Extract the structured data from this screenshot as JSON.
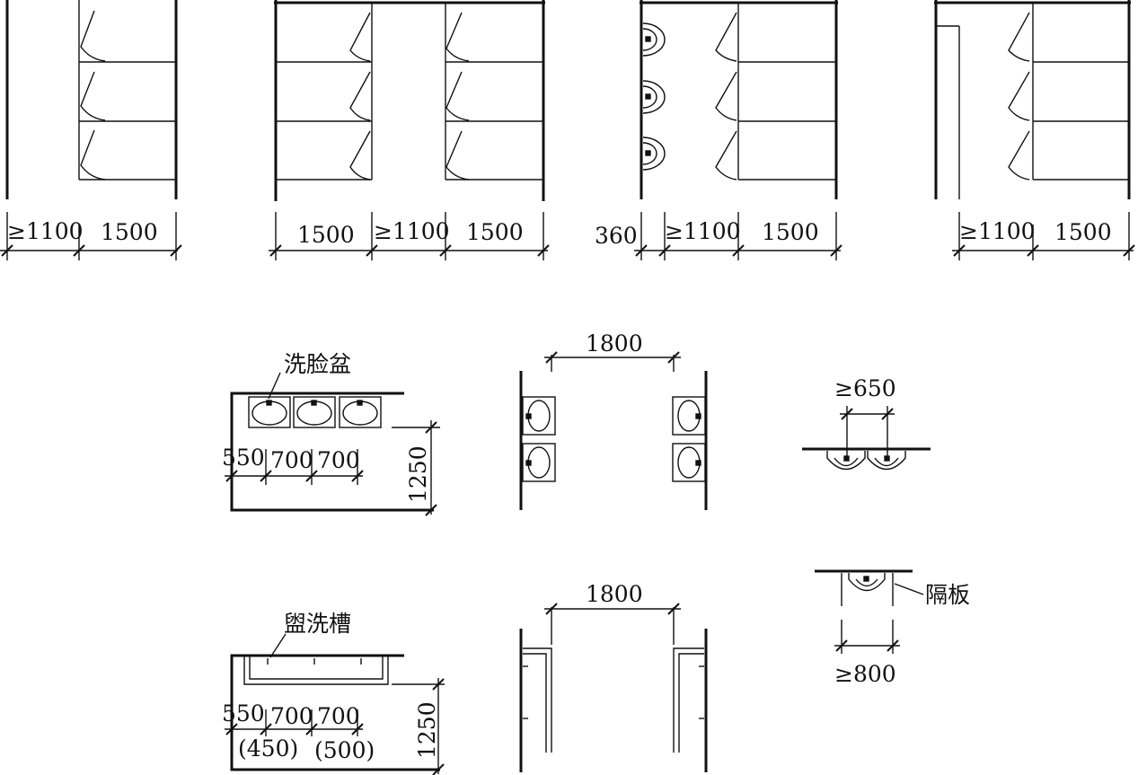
{
  "colors": {
    "line": "#111111",
    "background": "#ffffff"
  },
  "plans": {
    "p1": {
      "d1": "≥1100",
      "d2": "1500"
    },
    "p2": {
      "d1": "1500",
      "d2": "≥1100",
      "d3": "1500"
    },
    "p3": {
      "d0": "360",
      "d1": "≥1100",
      "d2": "1500"
    },
    "p4": {
      "d1": "≥1100",
      "d2": "1500"
    }
  },
  "basin": {
    "label": "洗脸盆",
    "d1": "550",
    "d2": "700",
    "d3": "700",
    "depth": "1250",
    "gap": "1800"
  },
  "urinal": {
    "spacing": "≥650"
  },
  "trough": {
    "label": "盥洗槽",
    "d1": "550",
    "d2": "700",
    "d3": "700",
    "alt1": "(450)",
    "alt2": "(500)",
    "depth": "1250",
    "gap": "1800"
  },
  "partition": {
    "label": "隔板",
    "spacing": "≥800"
  }
}
